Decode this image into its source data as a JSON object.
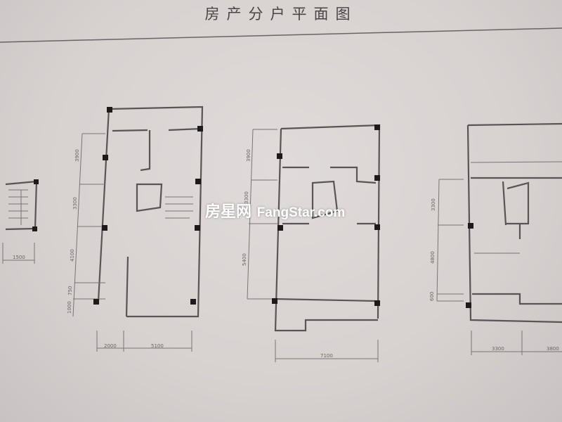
{
  "title": "房产分户平面图",
  "watermark": {
    "cn": "房星网",
    "en": "FangStar.com"
  },
  "plans": [
    {
      "dims_left": [
        "1500"
      ]
    },
    {
      "dims_vertical": [
        "3900",
        "3300",
        "4100",
        "750",
        "1000"
      ],
      "dims_bottom": [
        "2000",
        "5100"
      ]
    },
    {
      "dims_vertical": [
        "3900",
        "3300",
        "5400"
      ],
      "dims_bottom": [
        "7100"
      ]
    },
    {
      "dims_vertical": [
        "3300",
        "4800",
        "600"
      ],
      "dims_bottom": [
        "3300",
        "3800"
      ]
    }
  ]
}
